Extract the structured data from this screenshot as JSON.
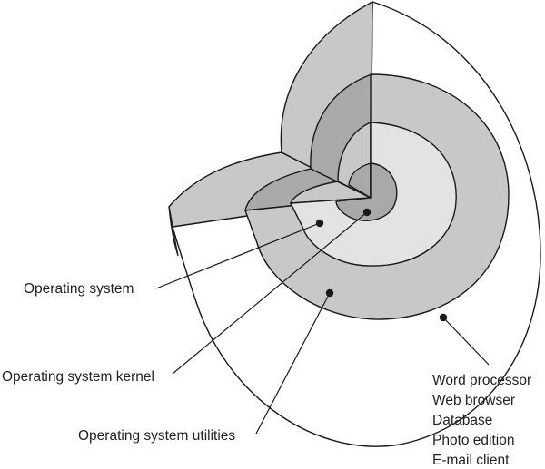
{
  "labels": {
    "operating_system": "Operating system",
    "kernel": "Operating system kernel",
    "utilities": "Operating system utilities",
    "applications": [
      "Word processor",
      "Web browser",
      "Database",
      "Photo edition",
      "E-mail client"
    ]
  },
  "colors": {
    "outline": "#1a1a1a",
    "light_gray": "#dcdcdc",
    "mid_gray": "#c8c8c8",
    "dark_gray": "#a9a9a9",
    "darker_gray": "#9a9a9a",
    "white": "#ffffff"
  }
}
